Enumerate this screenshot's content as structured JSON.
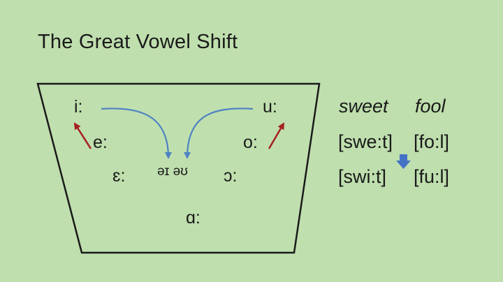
{
  "title": "The Great Vowel Shift",
  "vowels": {
    "i_long": "i:",
    "u_long": "u:",
    "e_long": "e:",
    "o_long": "o:",
    "open_e_long": "ɛ:",
    "open_o_long": "ɔ:",
    "a_long": "ɑ:"
  },
  "diphthongs": "əɪ əʊ",
  "examples": {
    "sweet": {
      "word": "sweet",
      "before": "[swe:t]",
      "after": "[swi:t]"
    },
    "fool": {
      "word": "fool",
      "before": "[fo:l]",
      "after": "[fu:l]"
    }
  },
  "colors": {
    "background": "#bfdfae",
    "chart_outline": "#1a1a1a",
    "raising_arrow": "#a52020",
    "diphthong_arrow": "#4f82c4",
    "shift_arrow": "#4472c4"
  }
}
